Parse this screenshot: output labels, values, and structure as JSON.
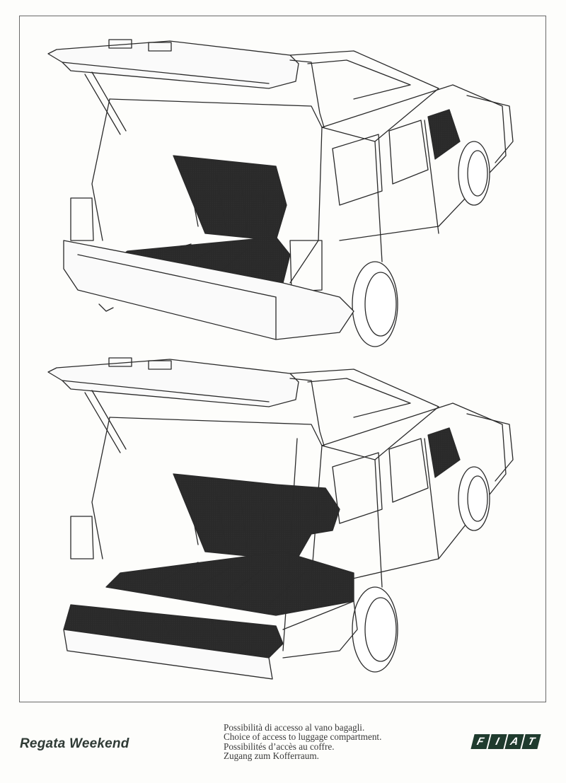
{
  "document": {
    "type": "press-sheet",
    "illustrations": [
      {
        "id": "top",
        "description": "Regata Weekend station wagon, rear view, tailgate open, rear seat back folded partially, load floor visible"
      },
      {
        "id": "bottom",
        "description": "Regata Weekend station wagon, rear view, tailgate open and lower tailgate flap folded down, rear seat folded, extended load floor"
      }
    ]
  },
  "footer": {
    "model_name": "Regata Weekend",
    "caption_lines": [
      "Possibilità di accesso al vano bagagli.",
      "Choice of access to luggage compartment.",
      "Possibilités d’accès au coffre.",
      "Zugang zum Kofferraum."
    ],
    "brand_logo": {
      "letters": [
        "F",
        "I",
        "A",
        "T"
      ],
      "color": "#1f3b2e"
    }
  }
}
